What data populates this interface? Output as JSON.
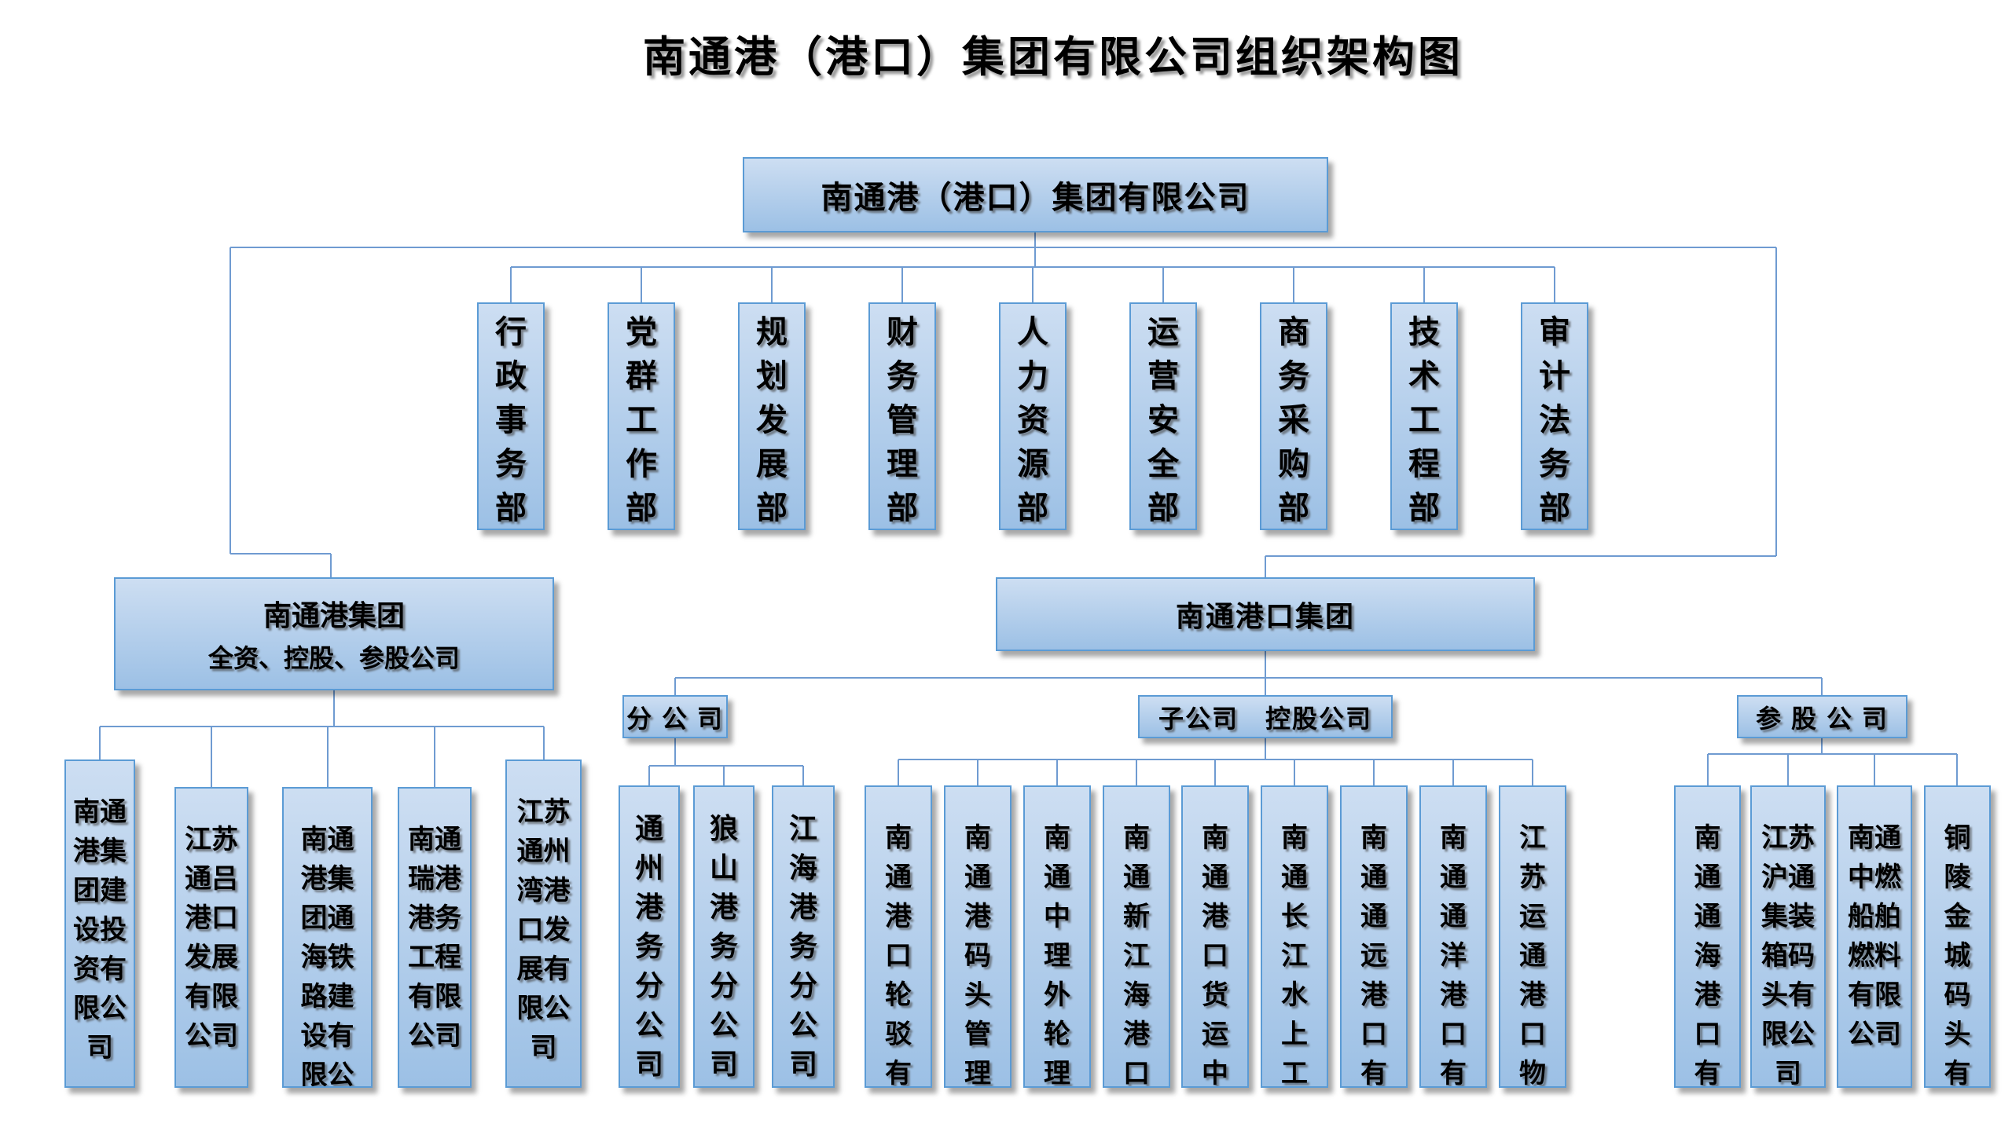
{
  "title": "南通港（港口）集团有限公司组织架构图",
  "root": {
    "label": "南通港（港口）集团有限公司"
  },
  "departments": [
    "行政事务部",
    "党群工作部",
    "规划发展部",
    "财务管理部",
    "人力资源部",
    "运营安全部",
    "商务采购部",
    "技术工程部",
    "审计法务部"
  ],
  "branches": {
    "left": {
      "line1": "南通港集团",
      "line2": "全资、控股、参股公司",
      "companies": [
        "南通港集团建设投资有限公司",
        "江苏通吕港口发展有限公司",
        "南通港集团通海铁路建设有限公司",
        "南通瑞港港务工程有限公司",
        "江苏通州湾港口发展有限公司"
      ]
    },
    "right": {
      "label": "南通港口集团",
      "groups": [
        {
          "header": "分 公 司",
          "companies": [
            "通州港务分公司",
            "狼山港务分公司",
            "江海港务分公司"
          ]
        },
        {
          "header": "子公司　控股公司",
          "companies": [
            "南通港口轮驳有限公司",
            "南通港码头管理有限公司",
            "南通中理外轮理货有限公司",
            "南通新江海港口开发有限公司",
            "南通港口货运中心有限公司",
            "南通长江水上工程有限公司",
            "南通通远港口有限公司",
            "南通通洋港口有限公司",
            "江苏运通港口物流发展有限公司"
          ]
        },
        {
          "header": "参 股 公 司",
          "companies": [
            "南通通海港口有限公司",
            "江苏沪通集装箱码头有限公司",
            "南通中燃船舶燃料有限公司",
            "铜陵金城码头有限公司"
          ]
        }
      ]
    }
  },
  "colors": {
    "box_fill_top": "#cddef2",
    "box_fill_bottom": "#9cc0e5",
    "box_border": "#5b9bd5",
    "connector_line": "#6f9bd1",
    "text": "#000000"
  }
}
